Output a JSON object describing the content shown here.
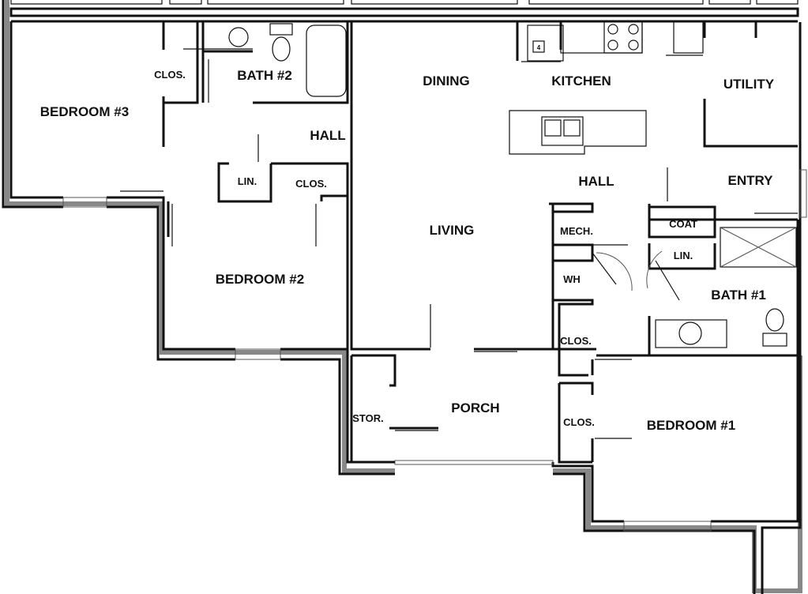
{
  "rooms": {
    "bedroom3": "BEDROOM #3",
    "clos_b3": "CLOS.",
    "bath2": "BATH #2",
    "dining": "DINING",
    "kitchen": "KITCHEN",
    "utility": "UTILITY",
    "hall_left": "HALL",
    "lin_left": "LIN.",
    "clos_b2": "CLOS.",
    "hall_right": "HALL",
    "entry": "ENTRY",
    "living": "LIVING",
    "mech": "MECH.",
    "coat": "COAT",
    "lin_right": "LIN.",
    "wh": "WH",
    "bath1": "BATH #1",
    "bedroom2": "BEDROOM #2",
    "clos_hall": "CLOS.",
    "stor": "STOR.",
    "porch": "PORCH",
    "clos_b1": "CLOS.",
    "bedroom1": "BEDROOM #1"
  },
  "fixtures": {
    "appliance_label": "4"
  }
}
